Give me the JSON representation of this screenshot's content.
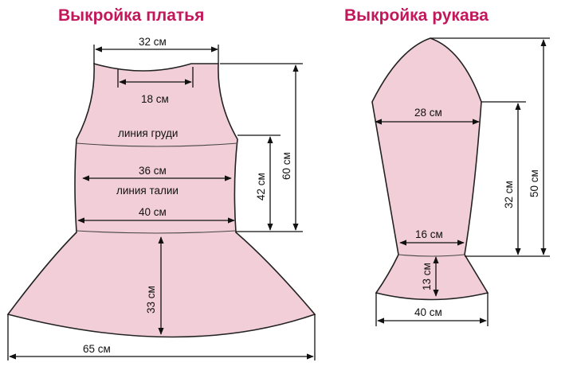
{
  "titles": {
    "dress": "Выкройка платья",
    "sleeve": "Выкройка рукава"
  },
  "dress": {
    "shoulder_width": "32 см",
    "neck_width": "18 см",
    "bust_line": "линия груди",
    "waist_width": "36 см",
    "waist_line": "линия талии",
    "hip_width": "40 см",
    "bodice_height": "42 см",
    "total_height": "60 см",
    "skirt_height": "33 см",
    "hem_width": "65 см"
  },
  "sleeve": {
    "top_width": "28 см",
    "wrist_width": "16 см",
    "cuff_height": "13 см",
    "cuff_width": "40 см",
    "length_to_cuff": "32 см",
    "total_length": "50 см"
  },
  "colors": {
    "title": "#c2185b",
    "fabric": "#f2cfd8",
    "outline": "#222222"
  }
}
